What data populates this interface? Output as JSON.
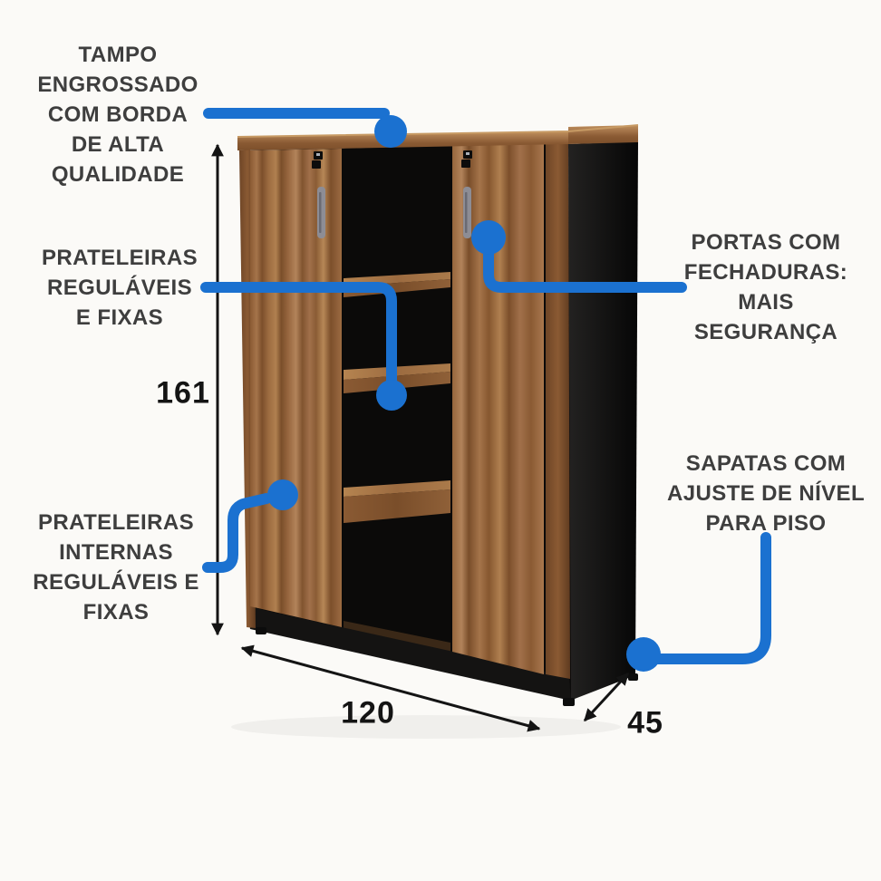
{
  "colors": {
    "accent_blue": "#1b71d0",
    "label_text": "#3e3e3e",
    "dimension_text": "#141414",
    "background": "#fbfaf7",
    "wood_mid": "#9c6b40",
    "wood_dark": "#744c2a",
    "wood_light": "#b8885a",
    "panel_black": "#141312",
    "handle_gray": "#8d8d95"
  },
  "callouts": {
    "top_board": {
      "lines": [
        "TAMPO",
        "ENGROSSADO",
        "COM BORDA",
        "DE ALTA",
        "QUALIDADE"
      ]
    },
    "adjustable_shelves": {
      "lines": [
        "PRATELEIRAS",
        "REGULÁVEIS",
        "E FIXAS"
      ]
    },
    "internal_shelves": {
      "lines": [
        "PRATELEIRAS",
        "INTERNAS",
        "REGULÁVEIS E",
        "FIXAS"
      ]
    },
    "door_locks": {
      "lines": [
        "PORTAS COM",
        "FECHADURAS:",
        "MAIS",
        "SEGURANÇA"
      ]
    },
    "leveling_feet": {
      "lines": [
        "SAPATAS COM",
        "AJUSTE DE NÍVEL",
        "PARA PISO"
      ]
    }
  },
  "dimensions": {
    "height": "161",
    "width": "120",
    "depth": "45"
  }
}
